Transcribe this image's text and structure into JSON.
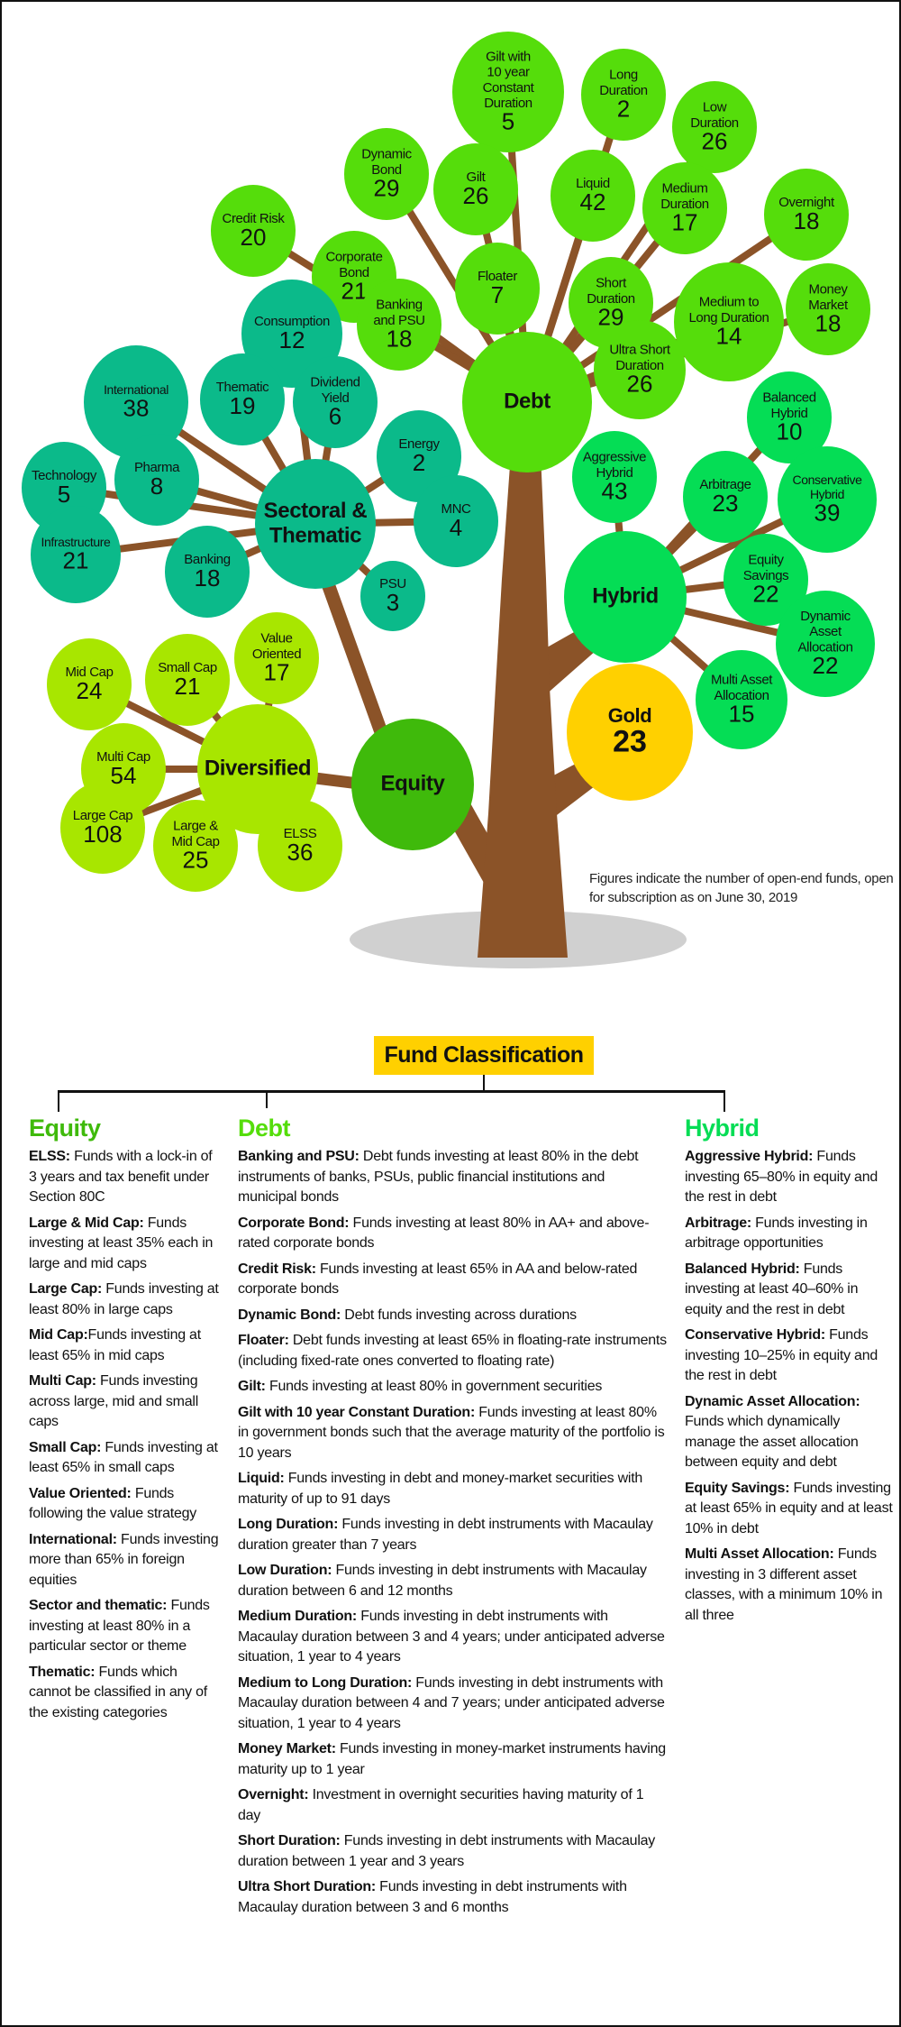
{
  "colors": {
    "trunk": "#8b5328",
    "ground": "#d0d0d0",
    "debt": "#55dd0b",
    "sectoral": "#0bba8a",
    "diversified": "#a8e600",
    "equity": "#3fba0b",
    "hybrid": "#05dd55",
    "gold": "#ffd000"
  },
  "tree": {
    "nodes": [
      {
        "id": "debt",
        "label": "Debt",
        "group": "debt",
        "main": true
      },
      {
        "id": "gilt10",
        "label": "Gilt with\n10 year\nConstant\nDuration",
        "count": "5",
        "group": "debt",
        "parent": "debt"
      },
      {
        "id": "longdur",
        "label": "Long\nDuration",
        "count": "2",
        "group": "debt",
        "parent": "debt"
      },
      {
        "id": "lowdur",
        "label": "Low\nDuration",
        "count": "26",
        "group": "debt",
        "parent": "debt"
      },
      {
        "id": "dynbond",
        "label": "Dynamic\nBond",
        "count": "29",
        "group": "debt",
        "parent": "debt"
      },
      {
        "id": "gilt",
        "label": "Gilt",
        "count": "26",
        "group": "debt",
        "parent": "debt"
      },
      {
        "id": "liquid",
        "label": "Liquid",
        "count": "42",
        "group": "debt",
        "parent": "debt"
      },
      {
        "id": "meddur",
        "label": "Medium\nDuration",
        "count": "17",
        "group": "debt",
        "parent": "debt"
      },
      {
        "id": "overnight",
        "label": "Overnight",
        "count": "18",
        "group": "debt",
        "parent": "debt"
      },
      {
        "id": "credit",
        "label": "Credit Risk",
        "count": "20",
        "group": "debt",
        "parent": "debt"
      },
      {
        "id": "corpbond",
        "label": "Corporate\nBond",
        "count": "21",
        "group": "debt",
        "parent": "debt"
      },
      {
        "id": "floater",
        "label": "Floater",
        "count": "7",
        "group": "debt",
        "parent": "debt"
      },
      {
        "id": "shortdur",
        "label": "Short\nDuration",
        "count": "29",
        "group": "debt",
        "parent": "debt"
      },
      {
        "id": "medlong",
        "label": "Medium to\nLong Duration",
        "count": "14",
        "group": "debt",
        "parent": "debt"
      },
      {
        "id": "moneymkt",
        "label": "Money\nMarket",
        "count": "18",
        "group": "debt",
        "parent": "debt"
      },
      {
        "id": "bankpsu",
        "label": "Banking\nand PSU",
        "count": "18",
        "group": "debt",
        "parent": "debt"
      },
      {
        "id": "ultrashort",
        "label": "Ultra Short\nDuration",
        "count": "26",
        "group": "debt",
        "parent": "debt"
      },
      {
        "id": "sectoral",
        "label": "Sectoral &\nThematic",
        "group": "sectoral",
        "main": true
      },
      {
        "id": "consumption",
        "label": "Consumption",
        "count": "12",
        "group": "sectoral",
        "parent": "sectoral"
      },
      {
        "id": "international",
        "label": "International",
        "count": "38",
        "group": "sectoral",
        "parent": "sectoral"
      },
      {
        "id": "thematic",
        "label": "Thematic",
        "count": "19",
        "group": "sectoral",
        "parent": "sectoral"
      },
      {
        "id": "divyield",
        "label": "Dividend\nYield",
        "count": "6",
        "group": "sectoral",
        "parent": "sectoral"
      },
      {
        "id": "energy",
        "label": "Energy",
        "count": "2",
        "group": "sectoral",
        "parent": "sectoral"
      },
      {
        "id": "technology",
        "label": "Technology",
        "count": "5",
        "group": "sectoral",
        "parent": "sectoral"
      },
      {
        "id": "pharma",
        "label": "Pharma",
        "count": "8",
        "group": "sectoral",
        "parent": "sectoral"
      },
      {
        "id": "mnc",
        "label": "MNC",
        "count": "4",
        "group": "sectoral",
        "parent": "sectoral"
      },
      {
        "id": "infra",
        "label": "Infrastructure",
        "count": "21",
        "group": "sectoral",
        "parent": "sectoral"
      },
      {
        "id": "banking",
        "label": "Banking",
        "count": "18",
        "group": "sectoral",
        "parent": "sectoral"
      },
      {
        "id": "psu",
        "label": "PSU",
        "count": "3",
        "group": "sectoral",
        "parent": "sectoral"
      },
      {
        "id": "diversified",
        "label": "Diversified",
        "group": "diversified",
        "main": true
      },
      {
        "id": "midcap",
        "label": "Mid Cap",
        "count": "24",
        "group": "diversified",
        "parent": "diversified"
      },
      {
        "id": "smallcap",
        "label": "Small Cap",
        "count": "21",
        "group": "diversified",
        "parent": "diversified"
      },
      {
        "id": "value",
        "label": "Value\nOriented",
        "count": "17",
        "group": "diversified",
        "parent": "diversified"
      },
      {
        "id": "multicap",
        "label": "Multi Cap",
        "count": "54",
        "group": "diversified",
        "parent": "diversified"
      },
      {
        "id": "largecap",
        "label": "Large Cap",
        "count": "108",
        "group": "diversified",
        "parent": "diversified"
      },
      {
        "id": "largemid",
        "label": "Large &\nMid Cap",
        "count": "25",
        "group": "diversified",
        "parent": "diversified"
      },
      {
        "id": "elss",
        "label": "ELSS",
        "count": "36",
        "group": "diversified",
        "parent": "diversified"
      },
      {
        "id": "equity",
        "label": "Equity",
        "group": "equity",
        "main": true
      },
      {
        "id": "hybrid",
        "label": "Hybrid",
        "group": "hybrid",
        "main": true
      },
      {
        "id": "aggressive",
        "label": "Aggressive\nHybrid",
        "count": "43",
        "group": "hybrid",
        "parent": "hybrid"
      },
      {
        "id": "arbitrage",
        "label": "Arbitrage",
        "count": "23",
        "group": "hybrid",
        "parent": "hybrid"
      },
      {
        "id": "balanced",
        "label": "Balanced\nHybrid",
        "count": "10",
        "group": "hybrid",
        "parent": "hybrid"
      },
      {
        "id": "conservative",
        "label": "Conservative\nHybrid",
        "count": "39",
        "group": "hybrid",
        "parent": "hybrid"
      },
      {
        "id": "eqsavings",
        "label": "Equity\nSavings",
        "count": "22",
        "group": "hybrid",
        "parent": "hybrid"
      },
      {
        "id": "dynasset",
        "label": "Dynamic\nAsset\nAllocation",
        "count": "22",
        "group": "hybrid",
        "parent": "hybrid"
      },
      {
        "id": "multiasset",
        "label": "Multi Asset\nAllocation",
        "count": "15",
        "group": "hybrid",
        "parent": "hybrid"
      },
      {
        "id": "gold",
        "label": "Gold",
        "count": "23",
        "group": "gold",
        "main": true
      }
    ],
    "note": "Figures indicate the number of open-end funds, open for subscription as on June 30, 2019"
  },
  "classification": {
    "title": "Fund Classification",
    "columns": [
      {
        "heading": "Equity",
        "items": [
          {
            "term": "ELSS:",
            "desc": " Funds with a lock-in of 3 years and tax benefit under Section 80C"
          },
          {
            "term": "Large & Mid Cap:",
            "desc": " Funds investing at least 35% each in large and mid caps"
          },
          {
            "term": "Large Cap:",
            "desc": " Funds investing at least 80% in large caps"
          },
          {
            "term": "Mid Cap:",
            "desc": "Funds investing at least 65% in mid caps"
          },
          {
            "term": "Multi Cap:",
            "desc": " Funds investing across large, mid and small caps"
          },
          {
            "term": "Small Cap:",
            "desc": " Funds investing at least 65% in small caps"
          },
          {
            "term": "Value Oriented:",
            "desc": " Funds following the value strategy"
          },
          {
            "term": "International:",
            "desc": " Funds investing more than 65% in foreign equities"
          },
          {
            "term": "Sector and thematic:",
            "desc": " Funds investing at least 80% in a particular sector or theme"
          },
          {
            "term": "Thematic:",
            "desc": " Funds which cannot be classified in any of the existing categories"
          }
        ]
      },
      {
        "heading": "Debt",
        "items": [
          {
            "term": "Banking and PSU:",
            "desc": " Debt funds investing at least 80% in the debt instruments of banks, PSUs, public financial institutions and municipal bonds"
          },
          {
            "term": "Corporate Bond:",
            "desc": " Funds investing at least 80% in AA+ and above-rated corporate bonds"
          },
          {
            "term": "Credit Risk:",
            "desc": " Funds investing at least 65% in AA and below-rated corporate bonds"
          },
          {
            "term": "Dynamic Bond:",
            "desc": " Debt funds investing across durations"
          },
          {
            "term": "Floater:",
            "desc": " Debt funds investing at least 65% in floating-rate instruments (including fixed-rate ones converted to floating rate)"
          },
          {
            "term": "Gilt:",
            "desc": " Funds investing at least 80% in government securities"
          },
          {
            "term": "Gilt with 10 year Constant Duration:",
            "desc": " Funds investing at least 80% in government bonds such that the average maturity of the portfolio is 10 years"
          },
          {
            "term": "Liquid:",
            "desc": " Funds investing in debt and money-market securities with maturity of up to 91 days"
          },
          {
            "term": "Long Duration:",
            "desc": " Funds investing in debt instruments with Macaulay duration greater than 7 years"
          },
          {
            "term": "Low Duration:",
            "desc": " Funds investing in debt instruments with Macaulay duration between 6 and 12 months"
          },
          {
            "term": "Medium Duration:",
            "desc": " Funds investing in debt instruments with Macaulay duration between 3 and 4 years; under anticipated adverse situation, 1 year to 4 years"
          },
          {
            "term": "Medium to Long Duration:",
            "desc": " Funds investing in debt instruments with Macaulay duration between 4 and 7 years; under anticipated adverse situation, 1 year to 4 years"
          },
          {
            "term": "Money Market:",
            "desc": " Funds investing in money-market instruments having maturity up to 1 year"
          },
          {
            "term": "Overnight:",
            "desc": " Investment in overnight securities having maturity of 1 day"
          },
          {
            "term": "Short Duration:",
            "desc": " Funds investing in debt instruments with Macaulay duration between 1 year and 3 years"
          },
          {
            "term": "Ultra Short Duration:",
            "desc": " Funds investing in debt instruments with Macaulay duration between 3 and 6 months"
          }
        ]
      },
      {
        "heading": "Hybrid",
        "items": [
          {
            "term": "Aggressive Hybrid:",
            "desc": " Funds investing 65–80% in equity and the rest in debt"
          },
          {
            "term": "Arbitrage:",
            "desc": " Funds investing in arbitrage opportunities"
          },
          {
            "term": "Balanced Hybrid:",
            "desc": " Funds investing at least 40–60% in equity and the rest in debt"
          },
          {
            "term": "Conservative Hybrid:",
            "desc": " Funds investing 10–25% in equity and the rest in debt"
          },
          {
            "term": "Dynamic Asset Allocation:",
            "desc": " Funds which dynamically manage the asset allocation between equity and debt"
          },
          {
            "term": "Equity Savings:",
            "desc": " Funds investing at least 65% in equity and at least 10% in debt"
          },
          {
            "term": "Multi Asset Allocation:",
            "desc": " Funds investing in 3 different asset classes, with a minimum 10% in all three"
          }
        ]
      }
    ]
  }
}
